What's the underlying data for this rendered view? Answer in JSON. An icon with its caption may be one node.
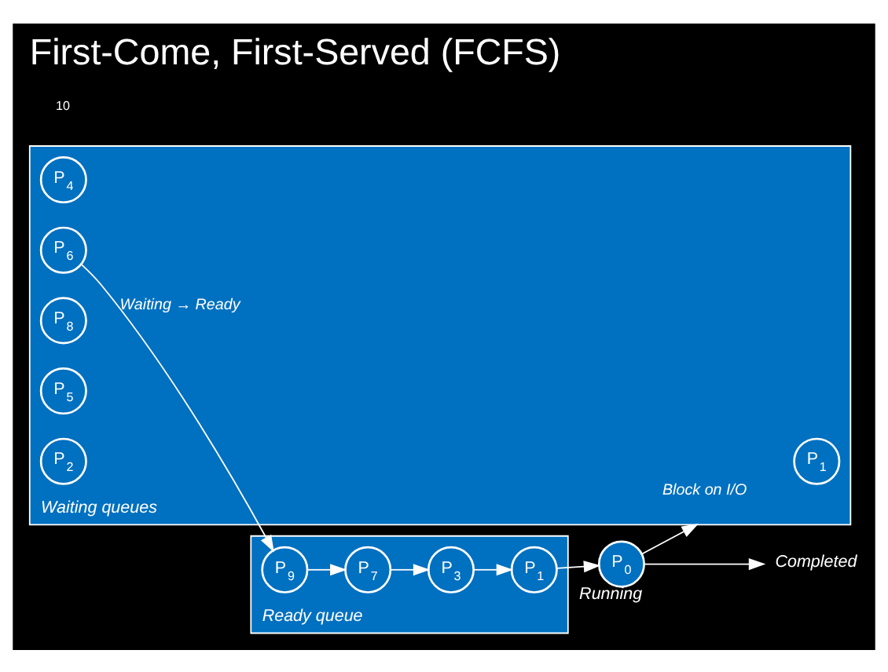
{
  "diagram": {
    "title": "First-Come, First-Served (FCFS)",
    "nodes": [
      {
        "text": [
          "Ready queue"
        ]
      },
      {
        "text": [
          "P$_{9}$"
        ],
        "in": 0
      },
      {
        "text": [
          "P$_{7}$"
        ],
        "in": 0
      },
      {
        "text": [
          "P$_{3}$"
        ],
        "in": 0
      },
      {
        "text": [
          "P$_{1}$"
        ],
        "in": 0
      },
      {
        "text": [
          "P$_{0}$"
        ],
        "beside": [
          "Running"
        ]
      },
      {
        "text": [
          "Completed"
        ]
      },
      {
        "text": [
          "Waiting queues"
        ]
      },
      {
        "text": [
          "P$_{4}$"
        ],
        "in": 7
      },
      {
        "text": [
          "P$_{6}$"
        ],
        "in": 7
      },
      {
        "text": [
          "P$_{8}$"
        ],
        "in": 7
      },
      {
        "text": [
          "P$_{1}$"
        ],
        "in": 7
      },
      {
        "text": [
          "P$_{5}$"
        ],
        "in": 7
      },
      {
        "text": [
          "P$_{2}$"
        ],
        "in": 7
      }
    ],
    "edges": [
      {
        "from": 1,
        "to": 2,
        "arrow": "to"
      },
      {
        "from": 2,
        "to": 3,
        "arrow": "to"
      },
      {
        "from": 3,
        "to": 4,
        "arrow": "to"
      },
      {
        "from": 4,
        "to": 5,
        "arrow": "to"
      },
      {
        "from": 5,
        "to": 6,
        "arrow": "to"
      },
      {
        "from": 9,
        "to": 1,
        "arrow": "to",
        "label": "Waiting → Ready"
      },
      {
        "from": 5,
        "to": 7,
        "arrow": "to",
        "label": "Block on I/O"
      }
    ],
    "labels": [
      "10"
    ]
  }
}
